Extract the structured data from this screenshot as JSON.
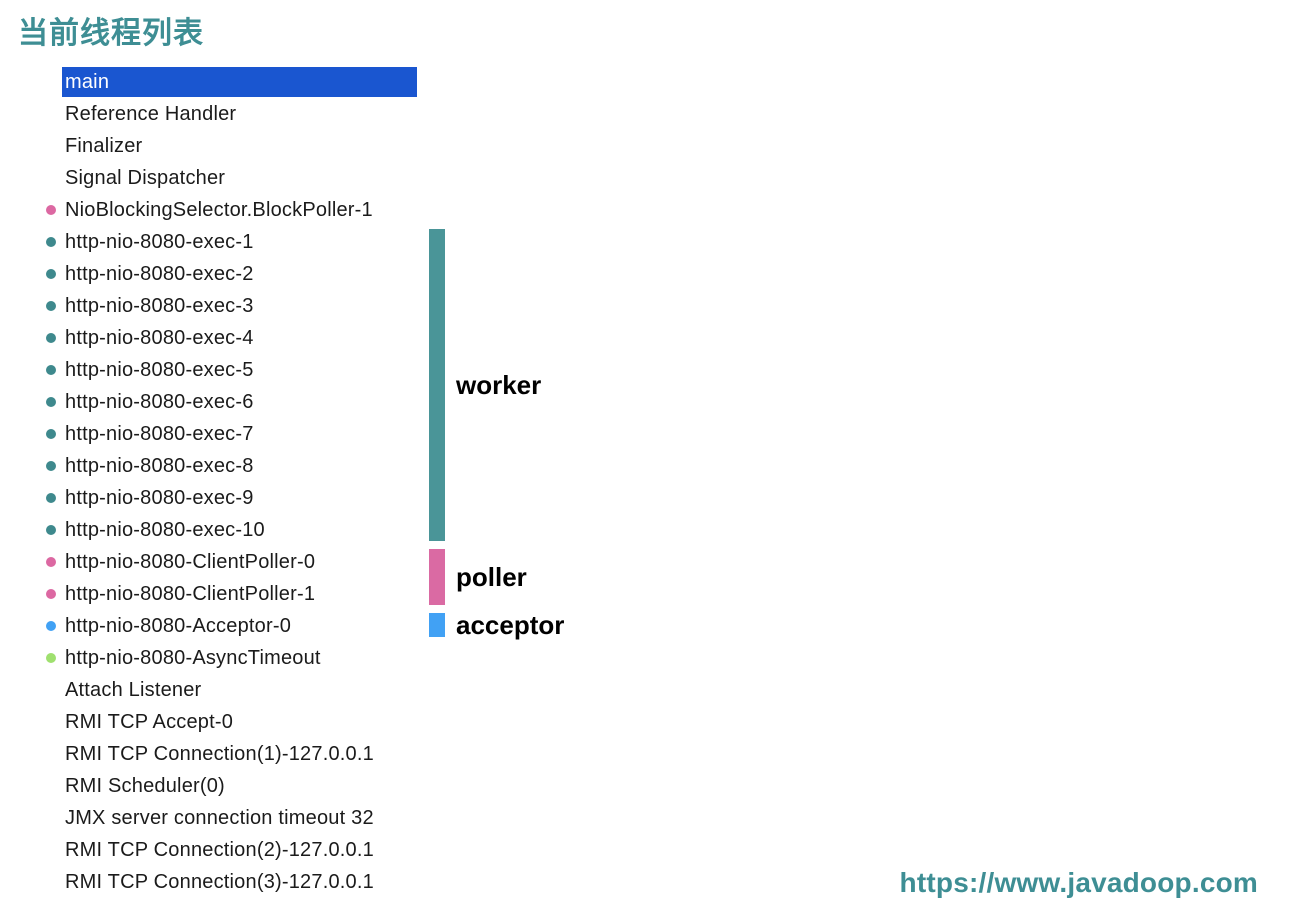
{
  "page": {
    "title": "当前线程列表",
    "watermark": "https://www.javadoop.com"
  },
  "colors": {
    "title": "#3E8E94",
    "selection": "#1A56D0",
    "selection_text": "#FFFFFF",
    "list_text": "#1B1B1B",
    "annotation_text": "#000000",
    "watermark": "#3E8E94",
    "teal_dot": "#3E898D",
    "pink_dot": "#DC68A2",
    "blue_dot": "#41A1F4",
    "green_dot": "#9FE06F",
    "worker_bar": "#4A9598",
    "poller_bar": "#DA6AA3",
    "acceptor_bar": "#41A1F4"
  },
  "thread_list": {
    "rows": [
      {
        "label": "main",
        "dot": null,
        "selected": true
      },
      {
        "label": "Reference Handler",
        "dot": null,
        "selected": false
      },
      {
        "label": "Finalizer",
        "dot": null,
        "selected": false
      },
      {
        "label": "Signal Dispatcher",
        "dot": null,
        "selected": false
      },
      {
        "label": "NioBlockingSelector.BlockPoller-1",
        "dot": "pink",
        "selected": false
      },
      {
        "label": "http-nio-8080-exec-1",
        "dot": "teal",
        "selected": false
      },
      {
        "label": "http-nio-8080-exec-2",
        "dot": "teal",
        "selected": false
      },
      {
        "label": "http-nio-8080-exec-3",
        "dot": "teal",
        "selected": false
      },
      {
        "label": "http-nio-8080-exec-4",
        "dot": "teal",
        "selected": false
      },
      {
        "label": "http-nio-8080-exec-5",
        "dot": "teal",
        "selected": false
      },
      {
        "label": "http-nio-8080-exec-6",
        "dot": "teal",
        "selected": false
      },
      {
        "label": "http-nio-8080-exec-7",
        "dot": "teal",
        "selected": false
      },
      {
        "label": "http-nio-8080-exec-8",
        "dot": "teal",
        "selected": false
      },
      {
        "label": "http-nio-8080-exec-9",
        "dot": "teal",
        "selected": false
      },
      {
        "label": "http-nio-8080-exec-10",
        "dot": "teal",
        "selected": false
      },
      {
        "label": "http-nio-8080-ClientPoller-0",
        "dot": "pink",
        "selected": false
      },
      {
        "label": "http-nio-8080-ClientPoller-1",
        "dot": "pink",
        "selected": false
      },
      {
        "label": "http-nio-8080-Acceptor-0",
        "dot": "blue",
        "selected": false
      },
      {
        "label": "http-nio-8080-AsyncTimeout",
        "dot": "green",
        "selected": false
      },
      {
        "label": "Attach Listener",
        "dot": null,
        "selected": false
      },
      {
        "label": "RMI TCP Accept-0",
        "dot": null,
        "selected": false
      },
      {
        "label": "RMI TCP Connection(1)-127.0.0.1",
        "dot": null,
        "selected": false
      },
      {
        "label": "RMI Scheduler(0)",
        "dot": null,
        "selected": false
      },
      {
        "label": "JMX server connection timeout 32",
        "dot": null,
        "selected": false
      },
      {
        "label": "RMI TCP Connection(2)-127.0.0.1",
        "dot": null,
        "selected": false
      },
      {
        "label": "RMI TCP Connection(3)-127.0.0.1",
        "dot": null,
        "selected": false
      }
    ]
  },
  "annotations": [
    {
      "id": "worker",
      "label": "worker",
      "color": "worker_bar",
      "row_start": 5,
      "row_end": 14
    },
    {
      "id": "poller",
      "label": "poller",
      "color": "poller_bar",
      "row_start": 15,
      "row_end": 16
    },
    {
      "id": "acceptor",
      "label": "acceptor",
      "color": "acceptor_bar",
      "row_start": 17,
      "row_end": 17
    }
  ]
}
